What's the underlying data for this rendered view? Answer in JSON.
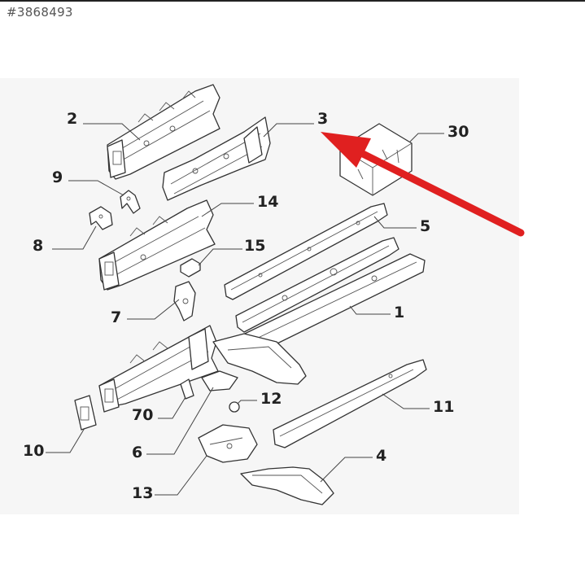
{
  "listing_id": "#3868493",
  "callouts": {
    "c1": "1",
    "c2": "2",
    "c3": "3",
    "c4": "4",
    "c5": "5",
    "c6": "6",
    "c7": "7",
    "c8": "8",
    "c9": "9",
    "c10": "10",
    "c11": "11",
    "c12": "12",
    "c13": "13",
    "c14": "14",
    "c15": "15",
    "c30": "30",
    "c70": "70"
  },
  "highlight_arrow": {
    "color": "#e02020",
    "points_to": "3"
  }
}
